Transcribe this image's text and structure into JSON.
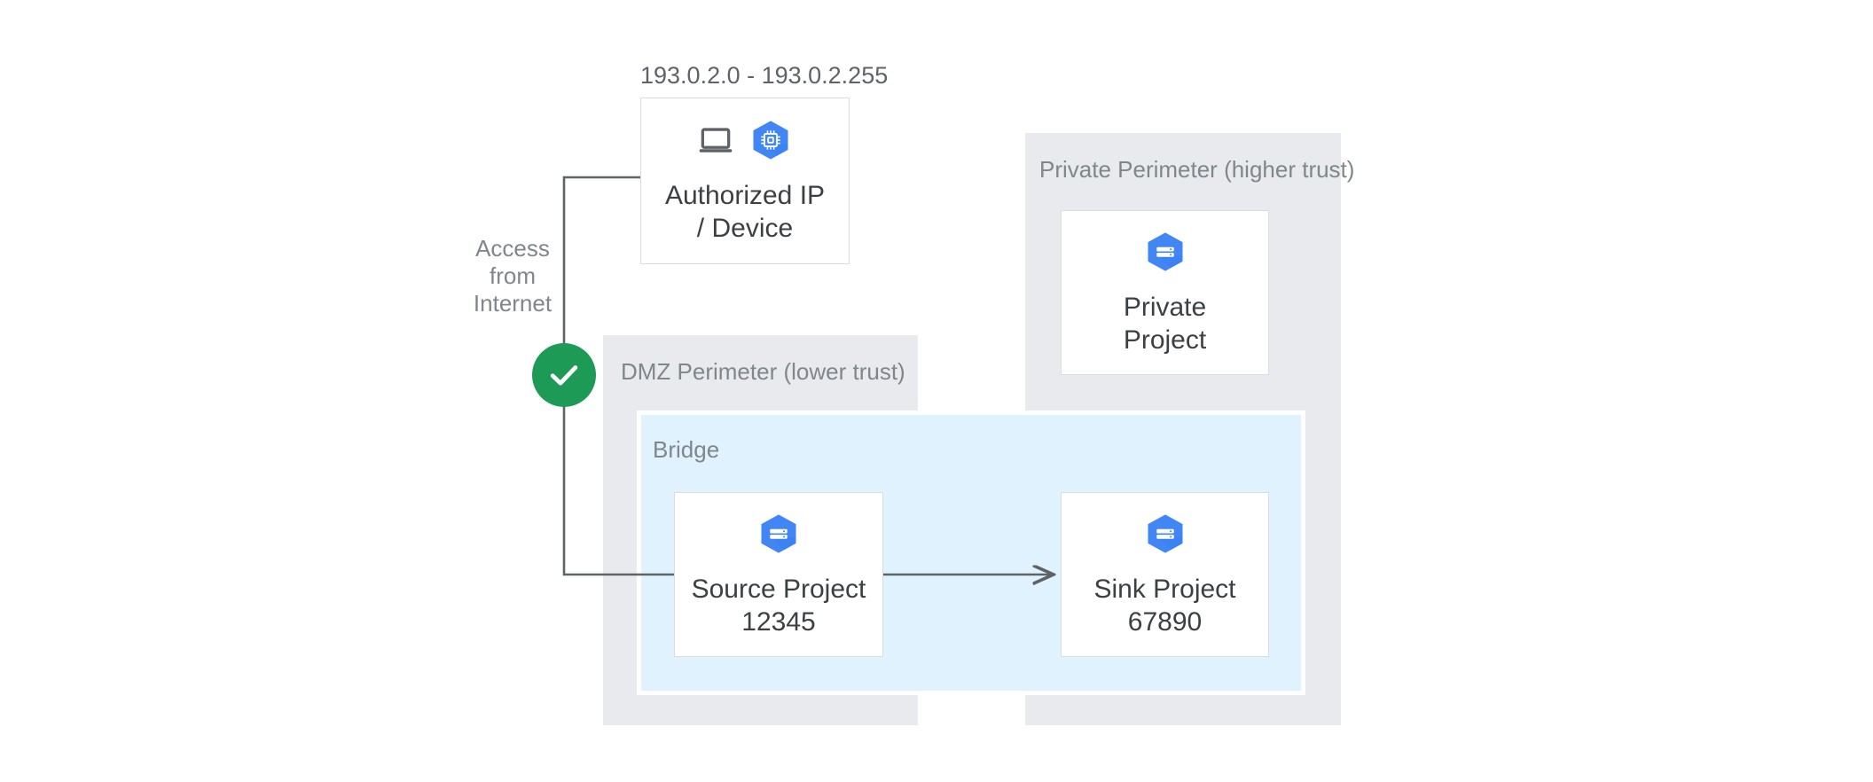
{
  "diagram": {
    "title": "VPC Service Controls bridge between DMZ and Private perimeters",
    "background_color": "#ffffff",
    "colors": {
      "perimeter_fill": "#e8eaed",
      "bridge_fill": "#e0f2fd",
      "card_border": "#dadce0",
      "connector": "#5f6368",
      "label_muted": "#80868b",
      "card_text": "#3c4043",
      "accent_blue": "#4285f4",
      "status_green": "#1e9a57",
      "icon_grey": "#5f6368"
    }
  },
  "ip_range": {
    "label": "193.0.2.0 - 193.0.2.255"
  },
  "device_card": {
    "label": "Authorized IP\n/ Device",
    "icons": [
      "laptop-icon",
      "compute-engine-hexagon-icon"
    ]
  },
  "access_path": {
    "label": "Access\nfrom\nInternet",
    "status_icon": "check-circle-icon",
    "status": "allowed"
  },
  "dmz_perimeter": {
    "label": "DMZ Perimeter (lower trust)"
  },
  "bridge": {
    "label": "Bridge"
  },
  "private_perimeter": {
    "label": "Private Perimeter (higher trust)"
  },
  "projects": [
    {
      "key": "source",
      "label": "Source Project\n12345",
      "name": "Source Project",
      "number": "12345",
      "icon": "project-hexagon-icon"
    },
    {
      "key": "sink",
      "label": "Sink Project\n67890",
      "name": "Sink Project",
      "number": "67890",
      "icon": "project-hexagon-icon"
    },
    {
      "key": "private",
      "label": "Private\nProject",
      "name": "Private Project",
      "number": "",
      "icon": "project-hexagon-icon"
    }
  ],
  "flows": [
    {
      "from": "Authorized IP / Device",
      "to": "Source Project 12345",
      "label": "Access from Internet",
      "arrow": false
    },
    {
      "from": "Source Project 12345",
      "to": "Sink Project 67890",
      "label": "",
      "arrow": true
    }
  ]
}
